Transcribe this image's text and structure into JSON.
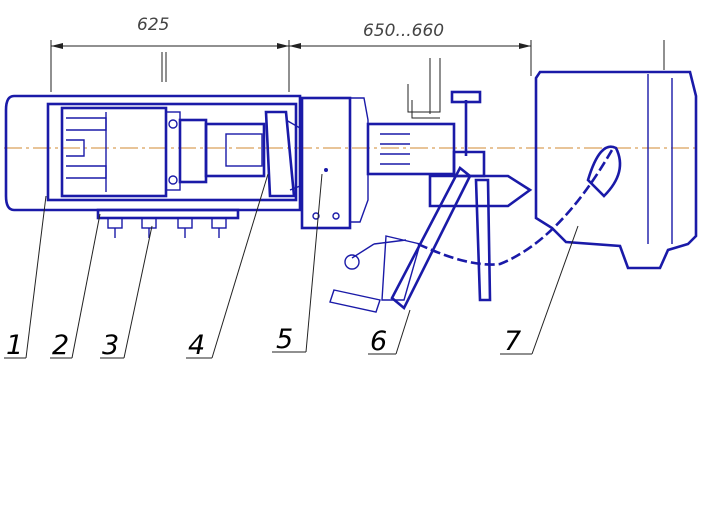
{
  "dimensions": {
    "left": "625",
    "right": "650...660"
  },
  "callouts": [
    "1",
    "2",
    "3",
    "4",
    "5",
    "6",
    "7"
  ],
  "colors": {
    "outline": "#1a1aa8",
    "hatch": "#333333",
    "centerline": "#d08a30",
    "leader": "#111111"
  }
}
